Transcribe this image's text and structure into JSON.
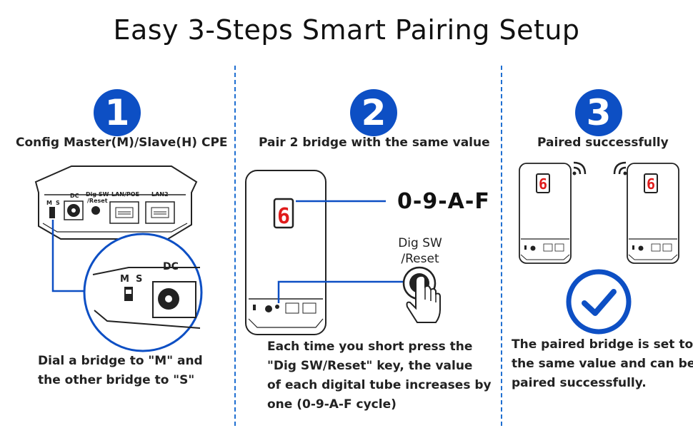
{
  "title": "Easy 3-Steps Smart Pairing Setup",
  "accent_color": "#0d4fc4",
  "steps": [
    {
      "number": "1",
      "heading": "Config Master(M)/Slave(H) CPE",
      "device_labels": {
        "dc": "DC",
        "dig_sw_line1": "Dig SW",
        "dig_sw_line2": "/Reset",
        "lan_poe": "LAN/POE",
        "lan2": "LAN2",
        "m": "M",
        "s": "S",
        "zoom_dc": "DC"
      },
      "caption_line1": "Dial a bridge to \"M\" and",
      "caption_line2": "the other bridge to \"S\""
    },
    {
      "number": "2",
      "heading": "Pair 2 bridge with the same value",
      "display_digit": "6",
      "code_range": "0-9-A-F",
      "dig_sw_line1": "Dig SW",
      "dig_sw_line2": "/Reset",
      "caption_line1": "Each time you short press the",
      "caption_line2": "\"Dig SW/Reset\" key, the value",
      "caption_line3": "of each digital tube increases by",
      "caption_line4": "one (0-9-A-F cycle)"
    },
    {
      "number": "3",
      "heading": "Paired successfully",
      "display_digit_left": "6",
      "display_digit_right": "6",
      "caption_line1": "The paired bridge is set to",
      "caption_line2": "the same value and can be",
      "caption_line3": "paired successfully."
    }
  ]
}
